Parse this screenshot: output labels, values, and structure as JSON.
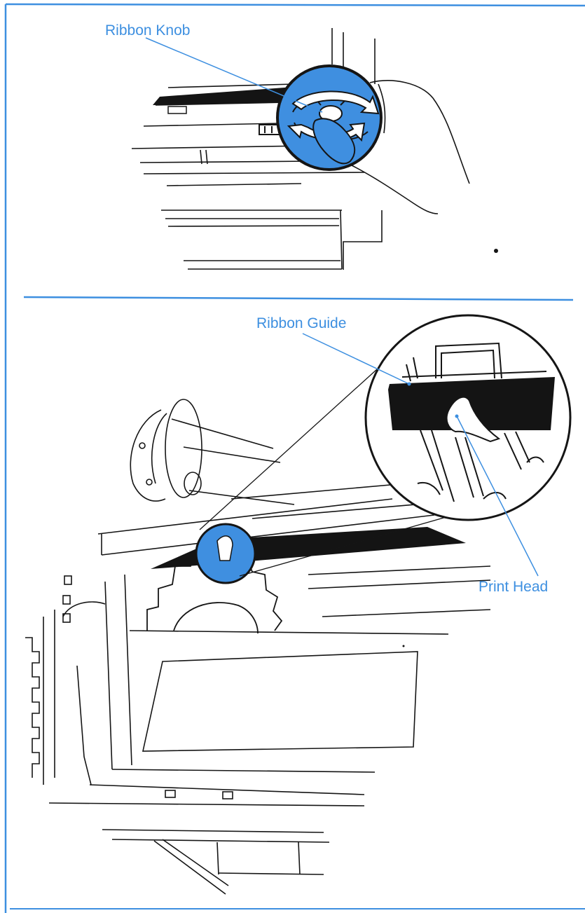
{
  "colors": {
    "accent": "#3d8fe0",
    "highlight": "#3f8fe0",
    "line": "#151515",
    "ribbon": "#141414",
    "page": "#ffffff"
  },
  "panels": [
    {
      "callouts": [
        {
          "label": "Ribbon Knob"
        }
      ]
    },
    {
      "callouts": [
        {
          "label": "Ribbon Guide"
        },
        {
          "label": "Print Head"
        }
      ]
    }
  ]
}
